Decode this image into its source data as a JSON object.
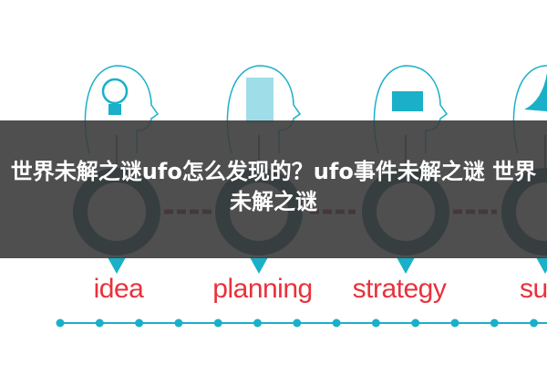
{
  "title": "世界未解之谜ufo怎么发现的？ufo事件未解之谜 世界未解之谜",
  "steps": [
    {
      "label": "idea",
      "icon": "lightbulb-icon"
    },
    {
      "label": "planning",
      "icon": "document-chart-icon"
    },
    {
      "label": "strategy",
      "icon": "chess-pieces-icon"
    },
    {
      "label": "succ",
      "icon": "success-icon"
    }
  ],
  "colors": {
    "teal": "#1ab0c8",
    "dark_teal": "#0d4f5c",
    "red": "#e8323c",
    "banner": "#3c3c3c"
  }
}
